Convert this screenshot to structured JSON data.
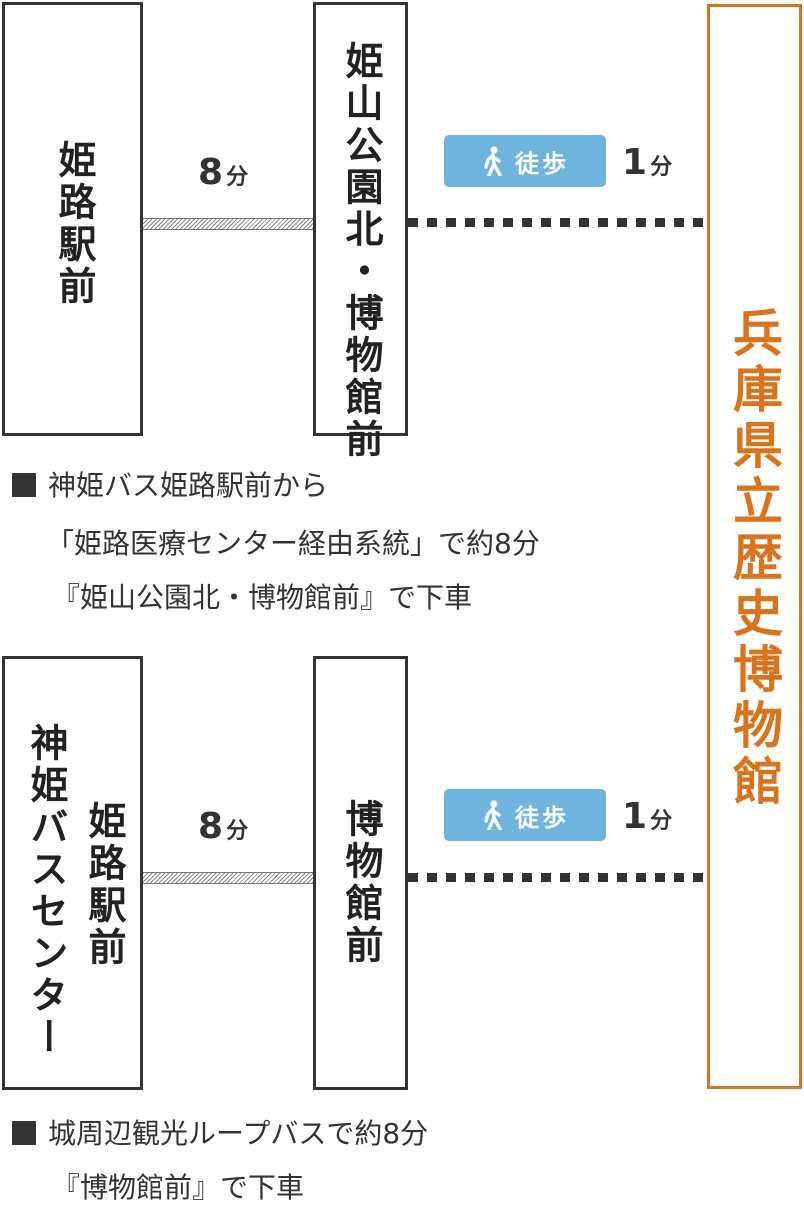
{
  "route1": {
    "origin": "姫路駅前",
    "bus_minutes": "8",
    "minute_unit": "分",
    "stop": "姫山公園北・博物館前",
    "walk_label": "徒歩",
    "walk_minutes": "1",
    "note_lines": [
      "神姫バス姫路駅前から",
      "「姫路医療センター経由系統」で約8分",
      "『姫山公園北・博物館前』で下車"
    ]
  },
  "route2": {
    "origin_main": "神姫バスセンター",
    "origin_sub": "姫路駅前",
    "bus_minutes": "8",
    "minute_unit": "分",
    "stop": "博物館前",
    "walk_label": "徒歩",
    "walk_minutes": "1",
    "note_lines": [
      "城周辺観光ループバスで約8分",
      "『博物館前』で下車"
    ]
  },
  "destination": "兵庫県立歴史博物館",
  "colors": {
    "accent": "#d9731c",
    "walk_badge": "#6fb4dc",
    "line": "#333333"
  },
  "icons": {
    "walk": "walking-person-icon"
  }
}
